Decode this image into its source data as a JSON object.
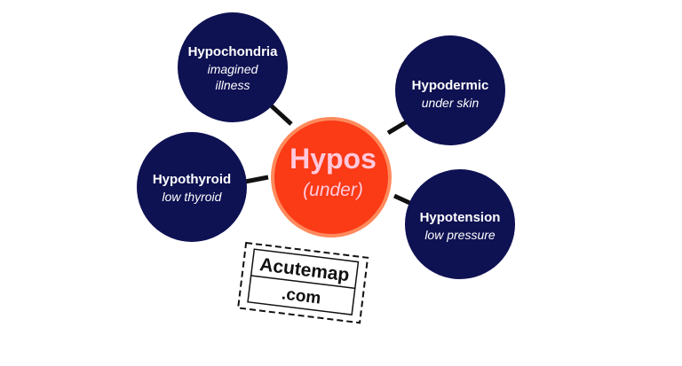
{
  "colors": {
    "center_fill": "#fb3a16",
    "center_ring": "#ff8a5c",
    "center_text": "#ffc9dc",
    "node_fill": "#0e1152",
    "connector": "#111111",
    "logo_accent": "#c62828"
  },
  "center": {
    "title": "Hypos",
    "subtitle": "(under)"
  },
  "nodes": [
    {
      "title": "Hypochondria",
      "subtitle_lines": [
        "imagined",
        "illness"
      ]
    },
    {
      "title": "Hypodermic",
      "subtitle_lines": [
        "under skin"
      ]
    },
    {
      "title": "Hypothyroid",
      "subtitle_lines": [
        "low thyroid"
      ]
    },
    {
      "title": "Hypotension",
      "subtitle_lines": [
        "low pressure"
      ]
    }
  ],
  "logo": {
    "line1": "Acutemap",
    "line2": ".com"
  }
}
